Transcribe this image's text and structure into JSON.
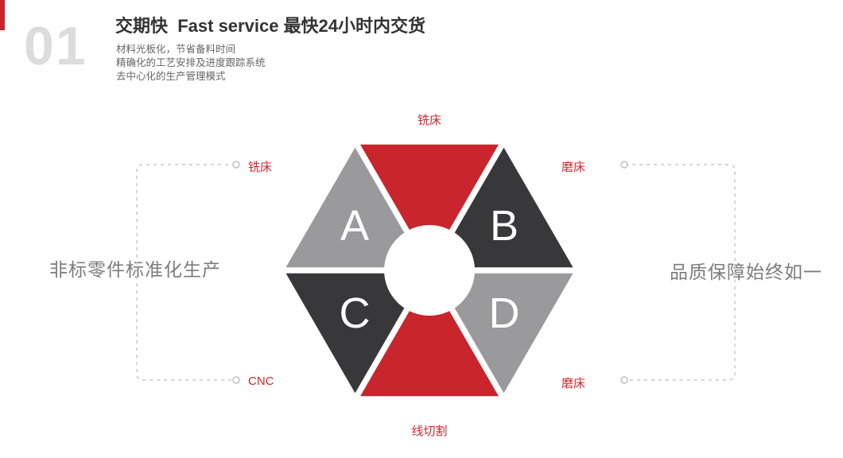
{
  "header": {
    "index": "01",
    "title": "交期快  Fast service 最快24小时内交货",
    "bullets": [
      "材料光板化，节省备料时间",
      "精确化的工艺安排及进度跟踪系统",
      "去中心化的生产管理模式"
    ]
  },
  "side_text": {
    "left": "非标零件标准化生产",
    "right": "品质保障始终如一"
  },
  "diagram": {
    "colors": {
      "red": "#c9252d",
      "dark": "#38383a",
      "gray": "#9a9a9c",
      "label_red": "#d5262c",
      "connector": "#c9c9c9",
      "center_circle": "#ffffff",
      "letter": "#ffffff"
    },
    "letters": {
      "upper_left": "A",
      "upper_right": "B",
      "lower_left": "C",
      "lower_right": "D"
    },
    "labels": {
      "top": "铣床",
      "upper_left": "铣床",
      "upper_right": "磨床",
      "lower_left": "CNC",
      "lower_right": "磨床",
      "bottom": "线切割"
    }
  }
}
